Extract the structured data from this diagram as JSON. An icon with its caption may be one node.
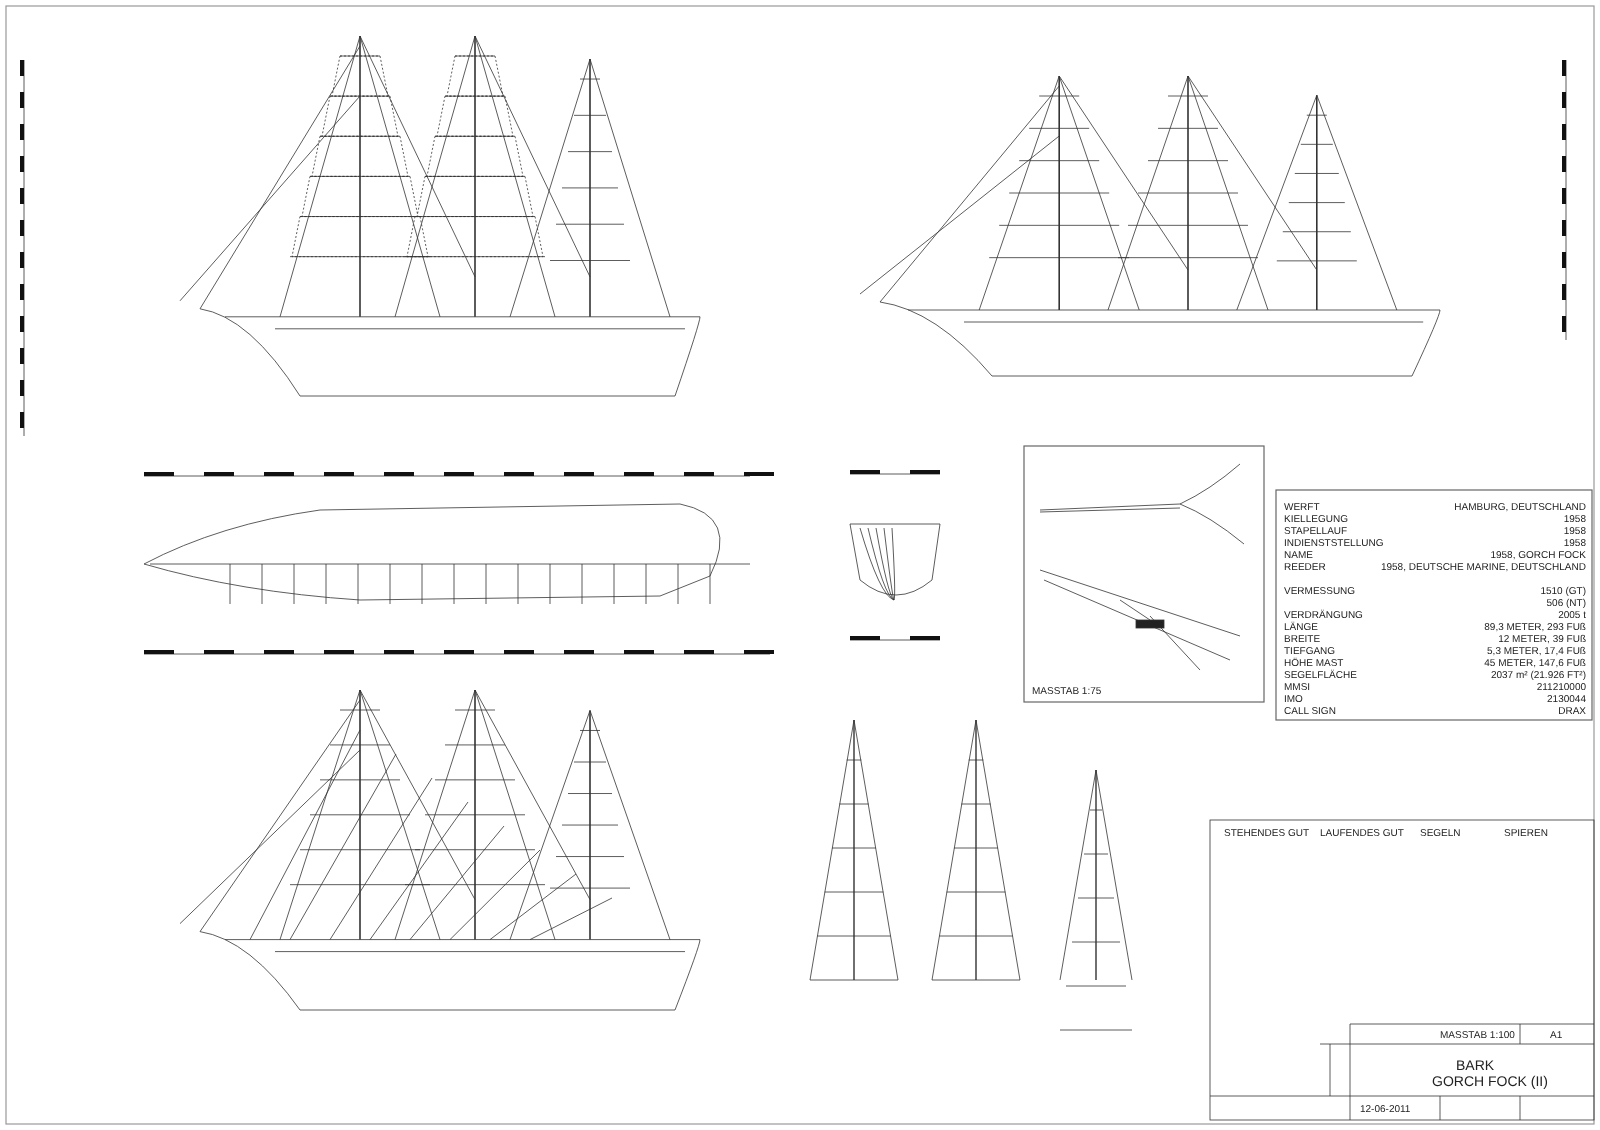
{
  "diagram": {
    "labels": [
      "WERFT",
      "HAMBURG, DEUTSCHLAND",
      "KIELLEGUNG",
      "1958",
      "STAPELLAUF",
      "1958",
      "INDIENSTSTELLUNG",
      "1958",
      "NAME",
      "1958, GORCH FOCK",
      "REEDER",
      "1958, DEUTSCHE MARINE, DEUTSCHLAND",
      "VERMESSUNG",
      "1510 (GT)",
      "506 (NT)",
      "VERDRÄNGUNG",
      "2005 t",
      "LÄNGE",
      "89,3 METER, 293 FUß",
      "BREITE",
      "12 METER, 39 FUß",
      "TIEFGANG",
      "5,3 METER, 17,4 FUß",
      "HÖHE MAST",
      "45 METER, 147,6 FUß",
      "SEGELFLÄCHE",
      "2037 m² (21.926 FT²)",
      "MMSI",
      "211210000",
      "IMO",
      "2130044",
      "CALL SIGN",
      "DRAX",
      "MASSTAB 1:75",
      "STEHENDES GUT",
      "LAUFENDES GUT",
      "SEGELN",
      "SPIEREN",
      "MASSTAB 1:100",
      "A1",
      "BARK",
      "GORCH FOCK (II)",
      "12-06-2011"
    ]
  }
}
